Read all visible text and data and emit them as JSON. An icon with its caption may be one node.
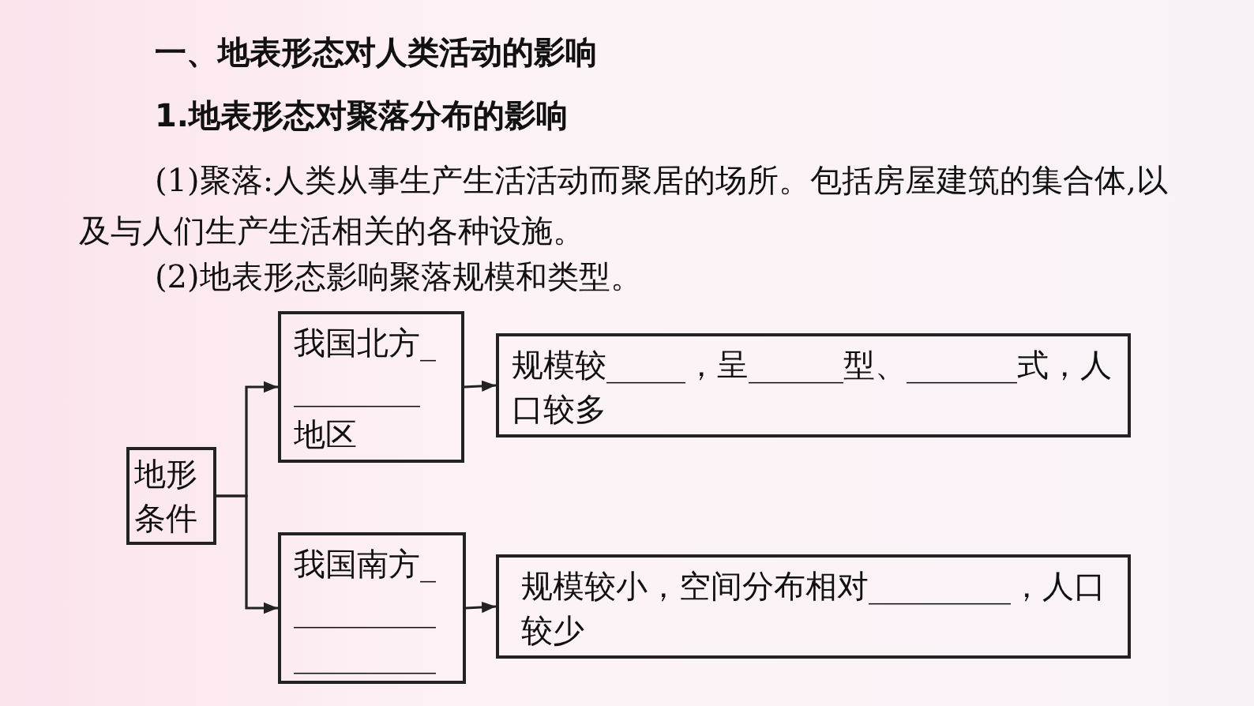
{
  "diagram": {
    "title": "一、地表形态对人类活动的影响",
    "nodes": [
      {
        "text": [
          "地形条件"
        ]
      },
      {
        "text": [
          "我国北方_________地区"
        ]
      },
      {
        "text": [
          "规模较_____，呈______型、_______式，人口较多"
        ]
      },
      {
        "text": [
          "我国南方____________________"
        ]
      },
      {
        "text": [
          "规模较小，空间分布相对_________，人口较少"
        ]
      }
    ],
    "edges": [
      {
        "from": 0,
        "to": 1,
        "arrow": "to"
      },
      {
        "from": 0,
        "to": 3,
        "arrow": "to"
      },
      {
        "from": 1,
        "to": 2,
        "arrow": "to"
      },
      {
        "from": 3,
        "to": 4,
        "arrow": "to"
      }
    ],
    "labels": [
      "1.地表形态对聚落分布的影响",
      "(1)聚落:人类从事生产生活活动而聚居的场所。包括房屋建筑的集合体,以及与人们生产生活相关的各种设施。",
      "(2)地表形态影响聚落规模和类型。"
    ]
  }
}
